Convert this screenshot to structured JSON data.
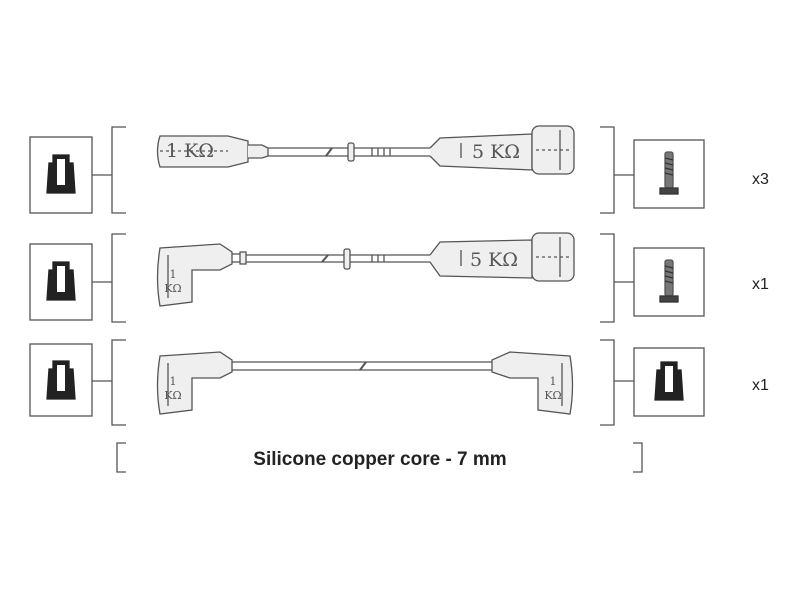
{
  "colors": {
    "line": "#555555",
    "cable_fill": "#efefef",
    "terminal_fill": "#222222",
    "background": "#ffffff"
  },
  "rows": [
    {
      "left_terminal_icon": "spark-plug-boot-icon",
      "left_resistance": "1 KΩ",
      "right_resistance": "5 KΩ",
      "right_terminal_icon": "screw-terminal-icon",
      "quantity": "x3"
    },
    {
      "left_terminal_icon": "spark-plug-boot-icon",
      "left_resistance_line1": "1",
      "left_resistance_line2": "KΩ",
      "right_resistance": "5 KΩ",
      "right_terminal_icon": "screw-terminal-icon",
      "quantity": "x1"
    },
    {
      "left_terminal_icon": "spark-plug-boot-icon",
      "left_resistance_line1": "1",
      "left_resistance_line2": "KΩ",
      "right_resistance_line1": "1",
      "right_resistance_line2": "KΩ",
      "right_terminal_icon": "spark-plug-boot-icon",
      "quantity": "x1"
    }
  ],
  "footer": {
    "caption": "Silicone copper core - 7 mm"
  }
}
